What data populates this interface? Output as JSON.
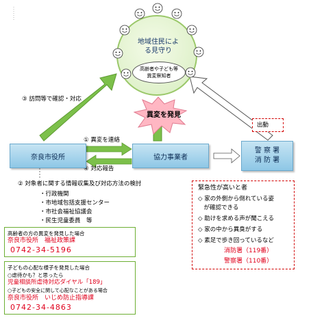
{
  "community": {
    "title_line1": "地域住民によ",
    "title_line2": "る見守り",
    "inner_line1": "高齢者や子ども等",
    "inner_line2": "異変察知者"
  },
  "alert": {
    "label": "異変を発見"
  },
  "nodes": {
    "city_office": "奈良市役所",
    "partner": "協力事業者",
    "police": "警 察 署",
    "fire": "消 防 署"
  },
  "arrow_labels": {
    "visit": "③ 訪問等で確認・対応",
    "contact": "① 異変を連絡",
    "report": "④ 対応報告",
    "dispatch": "出動"
  },
  "step2": {
    "heading": "② 対象者に関する情報収集及び対応方法の検討",
    "items": [
      "・行政機関",
      "・市地域包括支援センター",
      "・市社会福祉協議会",
      "・民生児童委員　等"
    ]
  },
  "elderly_box": {
    "line1": "高齢者の方の異変を発見した場合",
    "office": "奈良市役所　福祉政策課",
    "phone": "0742-34-5196"
  },
  "child_box": {
    "line1": "子どもの心配な様子を発見した場合",
    "line2": "○虐待かも？と思ったら",
    "hotline": "児童相談所虐待対応ダイヤル「189」",
    "line3": "○子どもの安全に関して心配なことがある場合",
    "office": "奈良市役所　いじめ防止指導課",
    "phone": "0742-34-4863"
  },
  "emergency": {
    "heading": "緊急性が高いと者",
    "items": [
      "◇ 家の外側から倒れている姿",
      "　が確認できる",
      "◇ 助けを求める声が聞こえる",
      "◇ 家の中から異臭がする",
      "◇ 素足で歩き回っているなど"
    ],
    "fire_number": "消防署（119番）",
    "police_number": "警察署（110番）"
  },
  "colors": {
    "green_arrow": "#7cc04a",
    "box_blue": "#8ec7e6",
    "alert_pink": "#ffb7c3",
    "red_text": "#e0001b"
  },
  "icons": {
    "face": "smiley-face-icon",
    "star": "starburst-icon"
  }
}
